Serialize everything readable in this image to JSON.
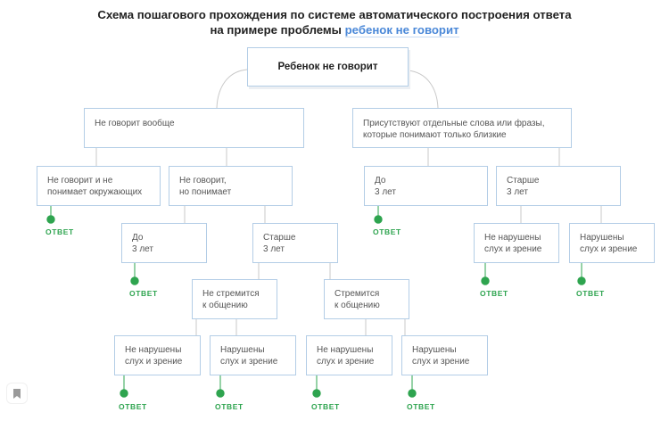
{
  "title": {
    "line1": "Схема пошагового прохождения по системе автоматического построения ответа",
    "line2_prefix": "на примере проблемы ",
    "line2_highlight": "ребенок не говорит"
  },
  "colors": {
    "node_border": "#b3cde6",
    "connector": "#c8c8c8",
    "answer": "#2ea44f",
    "highlight": "#4a88d8"
  },
  "nodes": {
    "root": "Ребенок не говорит",
    "not_speaking_at_all": "Не говорит вообще",
    "separate_words": "Присутствуют отдельные слова или фразы,\nкоторые понимают только близкие",
    "no_speech_no_understanding": "Не говорит и не\nпонимает окружающих",
    "no_speech_understands": "Не говорит,\nно понимает",
    "under3_left": "До\n3 лет",
    "over3_left": "Старше\n3 лет",
    "not_seeking_contact": "Не стремится\nк общению",
    "seeking_contact": "Стремится\nк общению",
    "nsc_intact": "Не нарушены\nслух и зрение",
    "nsc_impaired": "Нарушены\nслух и зрение",
    "sc_intact": "Не нарушены\nслух и зрение",
    "sc_impaired": "Нарушены\nслух и зрение",
    "under3_right": "До\n3 лет",
    "over3_right": "Старше\n3 лет",
    "r_intact": "Не нарушены\nслух и зрение",
    "r_impaired": "Нарушены\nслух и зрение"
  },
  "answer_label": "ОТВЕТ",
  "bookmark_icon": "bookmark-icon"
}
